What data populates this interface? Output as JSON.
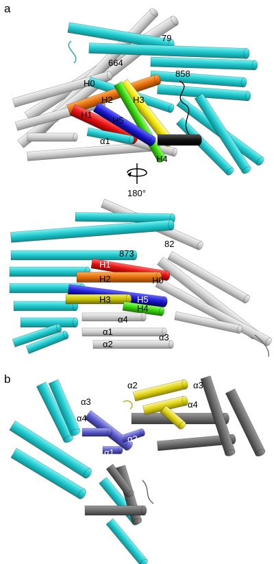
{
  "colors": {
    "cyan": "#1fc8cc",
    "cyan_dark": "#0e9ea3",
    "gray": "#c9c9c9",
    "gray_dark": "#8c8c8c",
    "dark_gray": "#6b6b6b",
    "red": "#e41010",
    "orange": "#e46e0a",
    "yellow": "#f2e40c",
    "green": "#34d40c",
    "blue": "#1a1ad0",
    "black": "#111111",
    "olive": "#c8c400",
    "slate": "#5a5ac8",
    "yellow_b": "#e0d414"
  },
  "panel_a": {
    "label": "a",
    "top_view": {
      "residue_labels": [
        "79",
        "664",
        "858"
      ],
      "helix_labels": [
        "H0",
        "H1",
        "H2",
        "H3",
        "H4",
        "H5",
        "α1"
      ]
    },
    "rotation_label": "180°",
    "bottom_view": {
      "residue_labels": [
        "873",
        "82"
      ],
      "helix_labels": [
        "H0",
        "H1",
        "H2",
        "H3",
        "H4",
        "H5",
        "α1",
        "α2",
        "α3",
        "α4"
      ]
    }
  },
  "panel_b": {
    "label": "b",
    "left_domain_labels": [
      "α3",
      "α4",
      "α1",
      "α2"
    ],
    "right_domain_labels": [
      "α2",
      "α3",
      "α4"
    ]
  }
}
